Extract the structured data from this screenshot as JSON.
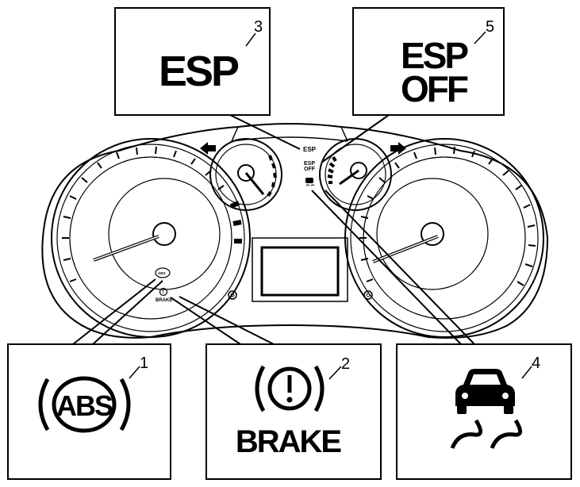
{
  "callouts": [
    {
      "number": "3",
      "label": "ESP"
    },
    {
      "number": "5",
      "label_line1": "ESP",
      "label_line2": "OFF"
    },
    {
      "number": "1",
      "label": "ABS"
    },
    {
      "number": "2",
      "label": "BRAKE"
    },
    {
      "number": "4"
    }
  ],
  "cluster": {
    "esp_text": "ESP",
    "esp_off_line1": "ESP",
    "esp_off_line2": "OFF",
    "abs_text": "ABS",
    "brake_text": "BRAKE"
  }
}
